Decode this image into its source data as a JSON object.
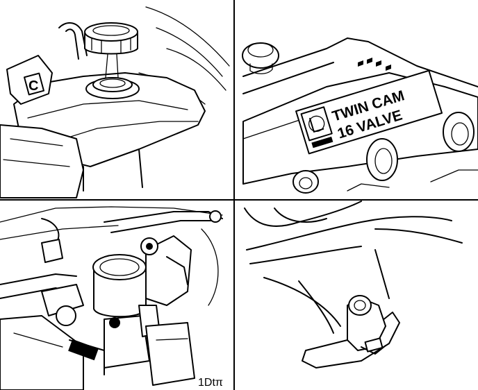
{
  "panels": {
    "top_left": {
      "label_c": "C"
    },
    "top_right": {
      "plate_line1": "TWIN CAM",
      "plate_line2": "16 VALVE"
    },
    "bottom_right": {},
    "bottom_left": {
      "signature": "1Dtπ"
    }
  }
}
